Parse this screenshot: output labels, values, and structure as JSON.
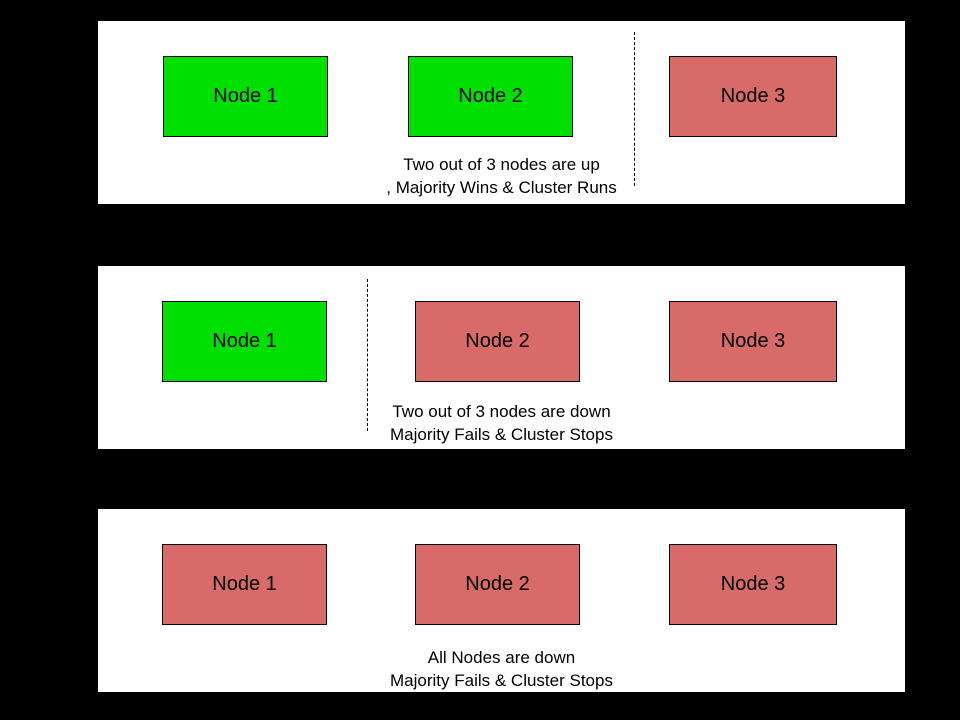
{
  "colors": {
    "up": "#00e000",
    "down": "#d96a6a",
    "panel_background": "#ffffff",
    "page_background": "#000000",
    "line_and_text": "#000000"
  },
  "panels": [
    {
      "name": "two-nodes-up",
      "nodes": [
        {
          "label": "Node 1",
          "status": "up"
        },
        {
          "label": "Node 2",
          "status": "up"
        },
        {
          "label": "Node 3",
          "status": "down"
        }
      ],
      "caption": {
        "line1": "Two out of 3 nodes are up",
        "line2": ", Majority Wins & Cluster Runs"
      }
    },
    {
      "name": "two-nodes-down",
      "nodes": [
        {
          "label": "Node 1",
          "status": "up"
        },
        {
          "label": "Node 2",
          "status": "down"
        },
        {
          "label": "Node 3",
          "status": "down"
        }
      ],
      "caption": {
        "line1": "Two out of 3 nodes are down",
        "line2": "Majority Fails & Cluster Stops"
      }
    },
    {
      "name": "all-nodes-down",
      "nodes": [
        {
          "label": "Node 1",
          "status": "down"
        },
        {
          "label": "Node 2",
          "status": "down"
        },
        {
          "label": "Node 3",
          "status": "down"
        }
      ],
      "caption": {
        "line1": "All Nodes are down",
        "line2": "Majority Fails & Cluster Stops"
      }
    }
  ]
}
